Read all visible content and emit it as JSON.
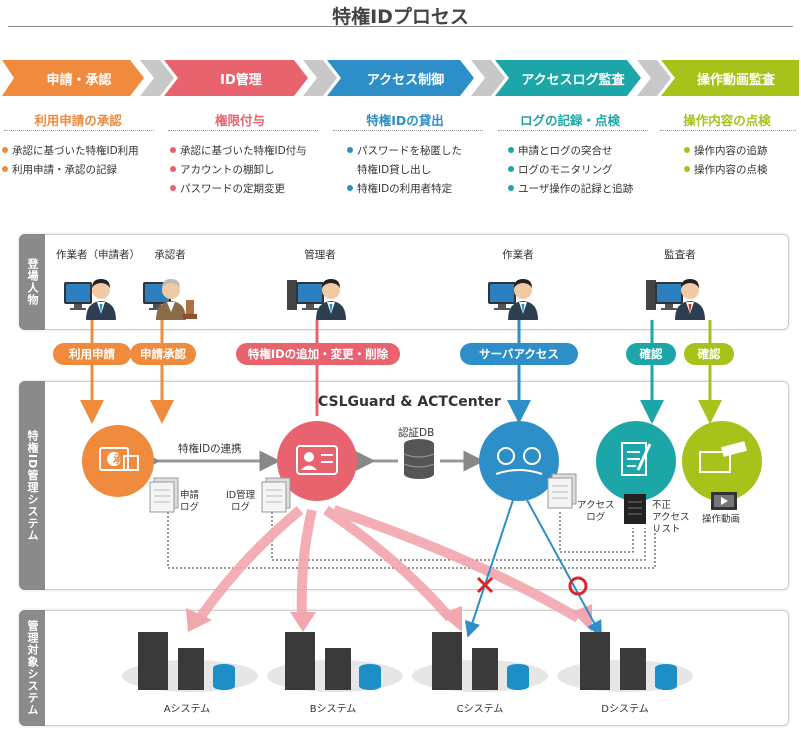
{
  "title": "特権IDプロセス",
  "phases": [
    {
      "label": "申請・承認",
      "color": "#f08a3c",
      "sub": "利用申請の承認",
      "bullets": [
        "承認に基づいた特権ID利用",
        "利用申請・承認の記録"
      ]
    },
    {
      "label": "ID管理",
      "color": "#e9636f",
      "sub": "権限付与",
      "bullets": [
        "承認に基づいた特権ID付与",
        "アカウントの棚卸し",
        "パスワードの定期変更"
      ]
    },
    {
      "label": "アクセス制御",
      "color": "#2e8fc8",
      "sub": "特権IDの貸出",
      "bullets": [
        "パスワードを秘匿した",
        "特権ID貸し出し",
        "特権IDの利用者特定"
      ]
    },
    {
      "label": "アクセスログ監査",
      "color": "#1da6a8",
      "sub": "ログの記録・点検",
      "bullets": [
        "申請とログの突合せ",
        "ログのモニタリング",
        "ユーザ操作の記録と追跡"
      ]
    },
    {
      "label": "操作動画監査",
      "color": "#a7c21a",
      "sub": "操作内容の点検",
      "bullets": [
        "操作内容の追跡",
        "操作内容の点検"
      ]
    }
  ],
  "panels": {
    "actors": "登場人物",
    "mgmt": "特権ID管理システム",
    "targets": "管理対象システム"
  },
  "roles": {
    "worker_applicant": "作業者（申請者）",
    "approver": "承認者",
    "admin": "管理者",
    "worker": "作業者",
    "auditor": "監査者"
  },
  "actions": {
    "apply": "利用申請",
    "approve": "申請承認",
    "id_ops": "特権IDの追加・変更・削除",
    "server_access": "サーバアクセス",
    "confirm1": "確認",
    "confirm2": "確認"
  },
  "system": {
    "product": "CSLGuard & ACTCenter",
    "id_link": "特権IDの連携",
    "auth_db": "認証DB",
    "apply_log": "申請\nログ",
    "id_log": "ID管理\nログ",
    "access_log": "アクセス\nログ",
    "fraud_list": "不正\nアクセス\nリスト",
    "video": "操作動画",
    "approve_icon": "承"
  },
  "targets": [
    "Aシステム",
    "Bシステム",
    "Cシステム",
    "Dシステム"
  ],
  "colors": {
    "orange": "#f08a3c",
    "pink": "#e9636f",
    "blue": "#2e8fc8",
    "teal": "#1da6a8",
    "lime": "#a7c21a",
    "gray": "#8a8a8a"
  }
}
